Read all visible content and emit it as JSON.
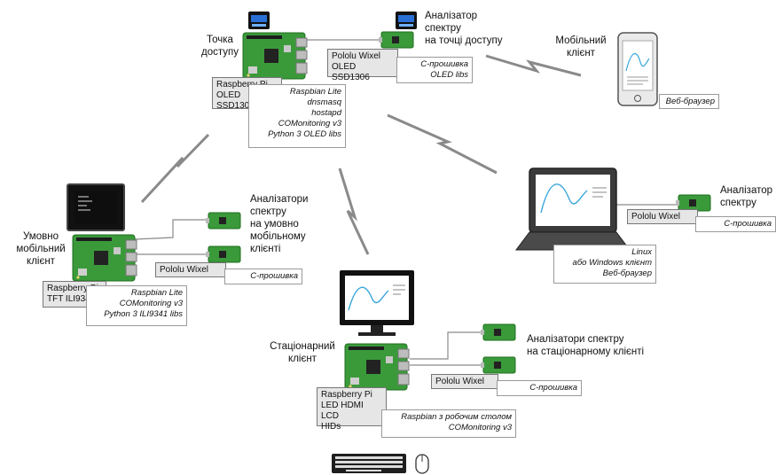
{
  "labels": {
    "access_point": "Точка\nдоступу",
    "analyzer_ap": "Аналізатор\nспектру\nна точці доступу",
    "mobile_client": "Мобільний\nклієнт",
    "analyzers_cm": "Аналізатори\nспектру\nна умовно\nмобільному\nклієнті",
    "cm_client": "Умовно\nмобільний\nклієнт",
    "analyzer_laptop": "Аналізатор\nспектру",
    "analyzers_st": "Аналізатори спектру\nна стаціонарному клієнті",
    "stationary_client": "Стаціонарний\nклієнт"
  },
  "boxes": {
    "ap_hw": "Raspberry Pi\nOLED SSD1306",
    "ap_sw": "Raspbian Lite\ndnsmasq\nhostapd\nCOMonitoring v3\nPython 3 OLED libs",
    "ap_wixel": "Pololu Wixel\nOLED SSD1306",
    "ap_wixel_sw": "С-прошивка\nOLED libs",
    "mobile_sw": "Веб-браузер",
    "cm_wixel": "Pololu Wixel",
    "cm_wixel_sw": "С-прошивка",
    "cm_hw": "Raspberry Pi\nTFT ILI9341",
    "cm_sw": "Raspbian Lite\nCOMonitoring v3\nPython 3 ILI9341 libs",
    "laptop_wixel": "Pololu Wixel",
    "laptop_wixel_sw": "С-прошивка",
    "laptop_sw": "Linux\nабо Windows клієнт\nВеб-браузер",
    "st_wixel": "Pololu Wixel",
    "st_wixel_sw": "С-прошивка",
    "st_hw": "Raspberry Pi\nLED HDMI LCD\nHIDs",
    "st_sw": "Raspbian з робочим столом\nCOMonitoring v3"
  },
  "icons": [
    "raspberry-pi-board-icon",
    "oled-display-icon",
    "wixel-board-icon",
    "smartphone-icon",
    "laptop-icon",
    "monitor-icon",
    "tft-display-icon",
    "keyboard-icon",
    "mouse-icon",
    "wireless-link-icon"
  ],
  "colors": {
    "board_green": "#3a9a3a",
    "board_dark": "#1f6e1f",
    "box_gray": "#e6e6e6",
    "link_gray": "#8a8a8a",
    "chart_blue": "#39a5dc"
  }
}
